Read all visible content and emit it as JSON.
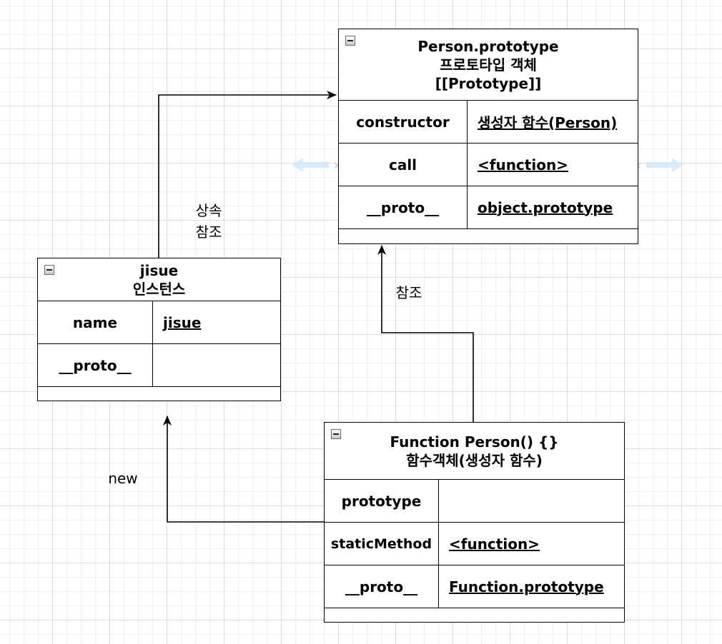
{
  "prototype_table": {
    "title_line1": "Person.prototype",
    "title_line2": "프로토타입 객체",
    "title_line3": "[[Prototype]]",
    "rows": [
      {
        "key": "constructor",
        "value": "생성자 함수(Person)"
      },
      {
        "key": "call",
        "value": "<function>"
      },
      {
        "key": "__proto__",
        "value": "object.prototype"
      }
    ]
  },
  "instance_table": {
    "title_line1": "jisue",
    "title_line2": "인스턴스",
    "rows": [
      {
        "key": "name",
        "value": "jisue"
      },
      {
        "key": "__proto__",
        "value": ""
      }
    ]
  },
  "function_table": {
    "title_line1": "Function Person() {}",
    "title_line2": "함수객체(생성자 함수)",
    "rows": [
      {
        "key": "prototype",
        "value": ""
      },
      {
        "key": "staticMethod",
        "value": "<function>"
      },
      {
        "key": "__proto__",
        "value": "Function.prototype"
      }
    ]
  },
  "edge_labels": {
    "inherit_line1": "상속",
    "inherit_line2": "참조",
    "reference": "참조",
    "new": "new"
  },
  "colors": {
    "line": "#000000",
    "selection_hint": "#a9d8f5"
  }
}
